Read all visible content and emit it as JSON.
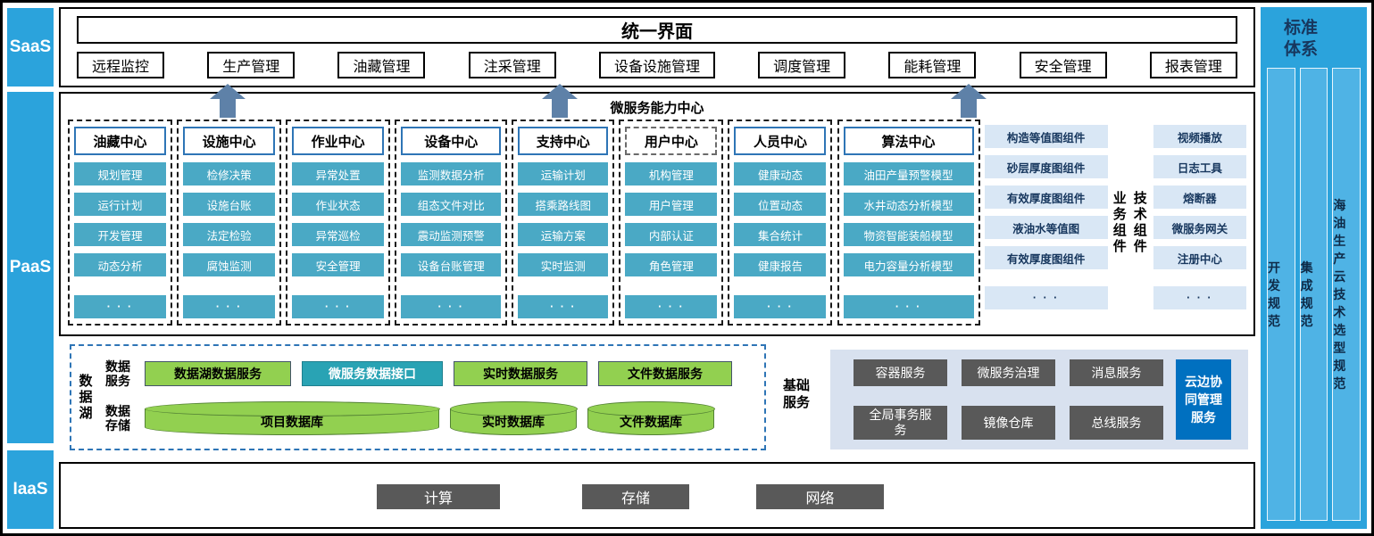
{
  "colors": {
    "layer_blue": "#2BA3DC",
    "strip_blue": "#4FB3E5",
    "teal_item": "#4AA9C5",
    "header_border_blue": "#2E75B6",
    "component_light_blue": "#D9E7F5",
    "green": "#92D050",
    "teal_interface": "#29A3B4",
    "gray_button": "#595959",
    "cloud_edge_blue": "#0070C0",
    "basic_panel_blue": "#D8E1EF",
    "arrow_blue": "#5E81A8",
    "dark_navy_text": "#17375E"
  },
  "layers": {
    "saas": "SaaS",
    "paas": "PaaS",
    "iaas": "IaaS"
  },
  "ellipsis": "· · ·",
  "saas": {
    "title": "统一界面",
    "apps": [
      "远程监控",
      "生产管理",
      "油藏管理",
      "注采管理",
      "设备设施管理",
      "调度管理",
      "能耗管理",
      "安全管理",
      "报表管理"
    ]
  },
  "paas": {
    "title": "微服务能力中心",
    "centers": [
      {
        "name": "油藏中心",
        "items": [
          "规划管理",
          "运行计划",
          "开发管理",
          "动态分析"
        ]
      },
      {
        "name": "设施中心",
        "items": [
          "检修决策",
          "设施台账",
          "法定检验",
          "腐蚀监测"
        ]
      },
      {
        "name": "作业中心",
        "items": [
          "异常处置",
          "作业状态",
          "异常巡检",
          "安全管理"
        ]
      },
      {
        "name": "设备中心",
        "items": [
          "监测数据分析",
          "组态文件对比",
          "震动监测预警",
          "设备台账管理"
        ]
      },
      {
        "name": "支持中心",
        "items": [
          "运输计划",
          "搭乘路线图",
          "运输方案",
          "实时监测"
        ]
      },
      {
        "name": "用户中心",
        "items": [
          "机构管理",
          "用户管理",
          "内部认证",
          "角色管理"
        ]
      },
      {
        "name": "人员中心",
        "items": [
          "健康动态",
          "位置动态",
          "集合统计",
          "健康报告"
        ]
      },
      {
        "name": "算法中心",
        "items": [
          "油田产量预警模型",
          "水井动态分析模型",
          "物资智能装船模型",
          "电力容量分析模型"
        ]
      }
    ],
    "business_components": {
      "label": "业务组件",
      "items": [
        "构造等值图组件",
        "砂层厚度图组件",
        "有效厚度图组件",
        "液油水等值图",
        "有效厚度图组件"
      ]
    },
    "tech_components": {
      "label": "技术组件",
      "items": [
        "视频播放",
        "日志工具",
        "熔断器",
        "微服务网关",
        "注册中心"
      ]
    }
  },
  "data_lake": {
    "label": "数据湖",
    "services_label": "数据服务",
    "services": [
      {
        "label": "数据湖数据服务",
        "style": "green"
      },
      {
        "label": "微服务数据接口",
        "style": "teal"
      },
      {
        "label": "实时数据服务",
        "style": "green"
      },
      {
        "label": "文件数据服务",
        "style": "green"
      }
    ],
    "storage_label": "数据存储",
    "databases": [
      "项目数据库",
      "实时数据库",
      "文件数据库"
    ]
  },
  "basic_services": {
    "label": "基础服务",
    "items": [
      "容器服务",
      "微服务治理",
      "消息服务",
      "全局事务服务",
      "镜像仓库",
      "总线服务"
    ],
    "cloud_edge": "云边协同管理服务"
  },
  "iaas": {
    "items": [
      "计算",
      "存储",
      "网络"
    ]
  },
  "standards": {
    "title": "标准体系",
    "items": [
      "开发规范",
      "集成规范",
      "海油生产云技术选型规范"
    ]
  }
}
